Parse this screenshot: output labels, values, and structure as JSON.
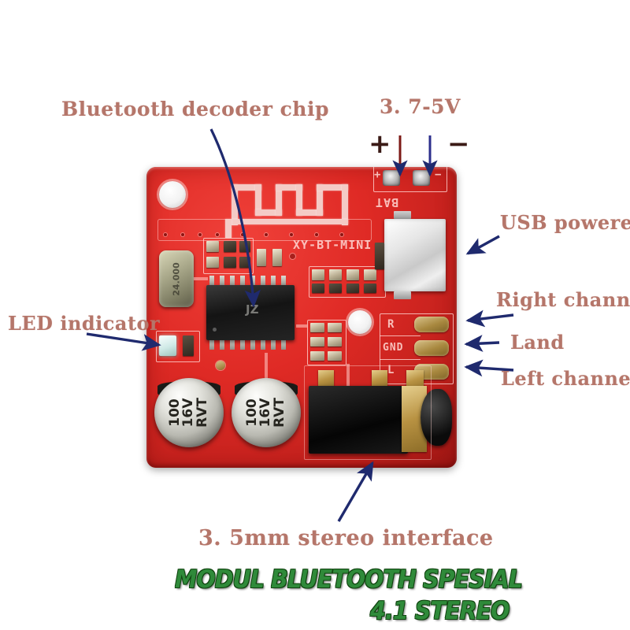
{
  "image": {
    "title": "XY-BT-MINI Bluetooth 4.1 stereo decoder board annotated photo",
    "background_color": "#ffffff",
    "label_color": "#b5766a",
    "arrow_color": "#1f2a6e",
    "pcb_color": "#d9271f"
  },
  "annotations": [
    {
      "id": "bluetooth-decoder-chip",
      "text": "Bluetooth decoder chip"
    },
    {
      "id": "voltage-range",
      "text": "3. 7-5V"
    },
    {
      "id": "usb-powered",
      "text": "USB powered"
    },
    {
      "id": "right-channel",
      "text": "Right channel"
    },
    {
      "id": "land",
      "text": "Land"
    },
    {
      "id": "left-channel",
      "text": "Left channel"
    },
    {
      "id": "led-indicator",
      "text": "LED indicator"
    },
    {
      "id": "stereo-interface",
      "text": "3. 5mm stereo interface"
    }
  ],
  "power_terminal": {
    "plus_symbol": "+",
    "minus_symbol": "−",
    "board_plus": "+",
    "board_minus": "−",
    "silkscreen": "BAT"
  },
  "board_silkscreen": {
    "model": "XY-BT-MINI",
    "output_r": "R",
    "output_gnd": "GND",
    "output_l": "L"
  },
  "components": {
    "capacitor_1": {
      "value": "100",
      "voltage": "16V",
      "series": "RVT"
    },
    "capacitor_2": {
      "value": "100",
      "voltage": "16V",
      "series": "RVT"
    },
    "crystal": {
      "marking": "24.000"
    },
    "ic": {
      "marking": "JZ"
    }
  },
  "banner": {
    "line1": "MODUL BLUETOOTH SPESIAL",
    "line2": "4.1 STEREO",
    "color": "#2f8a3a"
  }
}
